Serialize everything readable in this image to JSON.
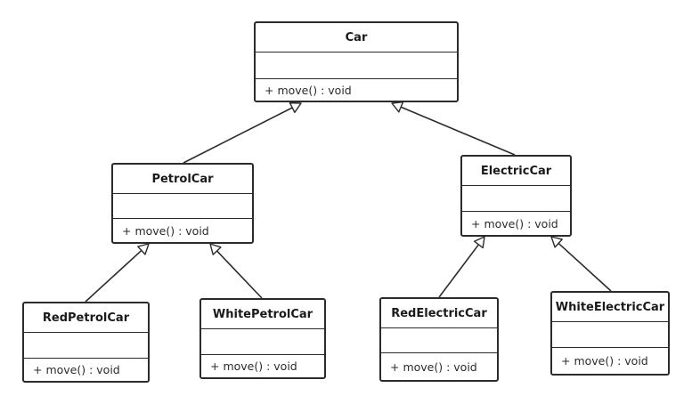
{
  "diagram": {
    "classes": [
      {
        "id": "car",
        "name": "Car",
        "attributes": [],
        "operations": [
          "+ move() : void"
        ]
      },
      {
        "id": "petrol",
        "name": "PetrolCar",
        "attributes": [],
        "operations": [
          "+ move() : void"
        ]
      },
      {
        "id": "electric",
        "name": "ElectricCar",
        "attributes": [],
        "operations": [
          "+ move() : void"
        ]
      },
      {
        "id": "red-petrol",
        "name": "RedPetrolCar",
        "attributes": [],
        "operations": [
          "+ move() : void"
        ]
      },
      {
        "id": "white-petrol",
        "name": "WhitePetrolCar",
        "attributes": [],
        "operations": [
          "+ move() : void"
        ]
      },
      {
        "id": "red-electric",
        "name": "RedElectricCar",
        "attributes": [],
        "operations": [
          "+ move() : void"
        ]
      },
      {
        "id": "white-electric",
        "name": "WhiteElectricCar",
        "attributes": [],
        "operations": [
          "+ move() : void"
        ]
      }
    ],
    "relations": [
      {
        "type": "generalization",
        "from": "petrol",
        "to": "car"
      },
      {
        "type": "generalization",
        "from": "electric",
        "to": "car"
      },
      {
        "type": "generalization",
        "from": "red-petrol",
        "to": "petrol"
      },
      {
        "type": "generalization",
        "from": "white-petrol",
        "to": "petrol"
      },
      {
        "type": "generalization",
        "from": "red-electric",
        "to": "electric"
      },
      {
        "type": "generalization",
        "from": "white-electric",
        "to": "electric"
      }
    ],
    "line_color": "#2b2b2b"
  }
}
